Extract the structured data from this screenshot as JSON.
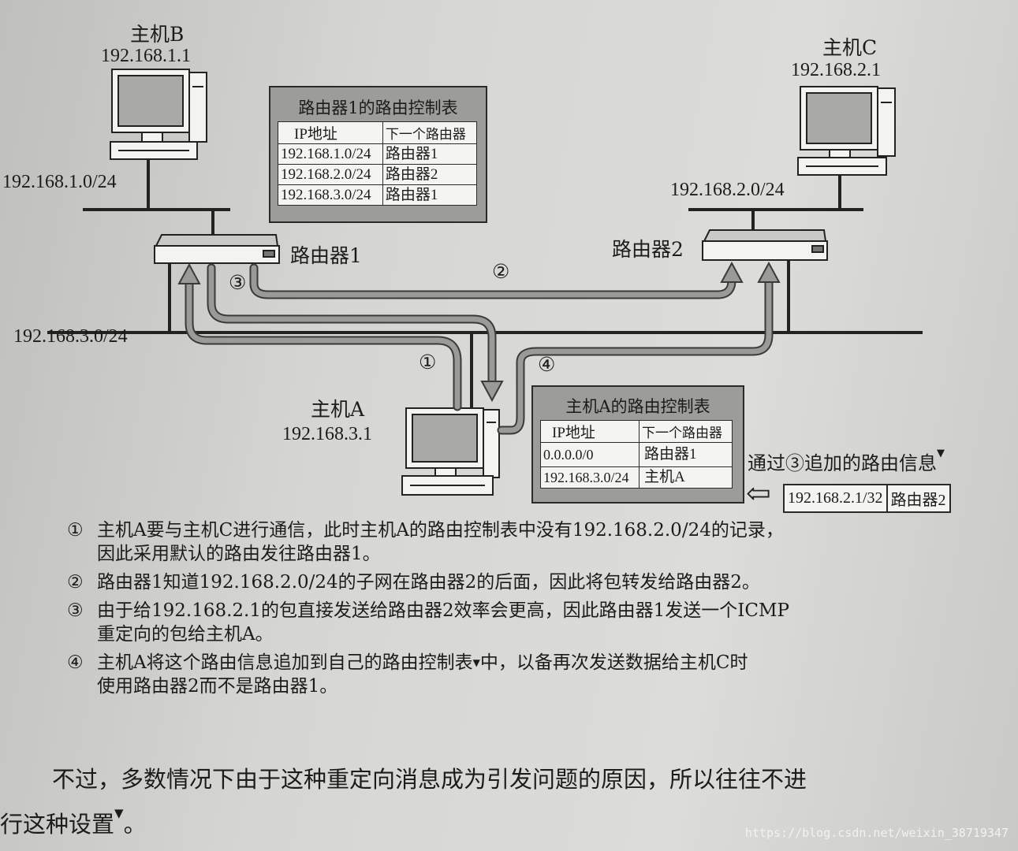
{
  "hosts": {
    "b": {
      "name": "主机B",
      "ip": "192.168.1.1"
    },
    "c": {
      "name": "主机C",
      "ip": "192.168.2.1"
    },
    "a": {
      "name": "主机A",
      "ip": "192.168.3.1"
    }
  },
  "routers": {
    "r1": "路由器1",
    "r2": "路由器2"
  },
  "networks": {
    "n1": "192.168.1.0/24",
    "n2": "192.168.2.0/24",
    "n3": "192.168.3.0/24"
  },
  "steps": {
    "s1": "①",
    "s2": "②",
    "s3": "③",
    "s4": "④"
  },
  "router1_table": {
    "title": "路由器1的路由控制表",
    "headers": [
      "IP地址",
      "下一个路由器"
    ],
    "rows": [
      [
        "192.168.1.0/24",
        "路由器1"
      ],
      [
        "192.168.2.0/24",
        "路由器2"
      ],
      [
        "192.168.3.0/24",
        "路由器1"
      ]
    ]
  },
  "hostA_table": {
    "title": "主机A的路由控制表",
    "headers": [
      "IP地址",
      "下一个路由器"
    ],
    "rows": [
      [
        "0.0.0.0/0",
        "路由器1"
      ],
      [
        "192.168.3.0/24",
        "主机A"
      ]
    ]
  },
  "added_route": {
    "caption": "通过③追加的路由信息",
    "marker": "▼",
    "arrow": "⇦",
    "ip": "192.168.2.1/32",
    "next": "路由器2"
  },
  "notes": [
    {
      "num": "①",
      "text": "主机A要与主机C进行通信，此时主机A的路由控制表中没有192.168.2.0/24的记录，",
      "text2": "因此采用默认的路由发往路由器1。"
    },
    {
      "num": "②",
      "text": "路由器1知道192.168.2.0/24的子网在路由器2的后面，因此将包转发给路由器2。",
      "text2": ""
    },
    {
      "num": "③",
      "text": "由于给192.168.2.1的包直接发送给路由器2效率会更高，因此路由器1发送一个ICMP",
      "text2": "重定向的包给主机A。"
    },
    {
      "num": "④",
      "text_a": "主机A将这个路由信息追加到自己的路由控制表",
      "marker": "▼",
      "text_b": "中，以备再次发送数据给主机C时",
      "text2": "使用路由器2而不是路由器1。"
    }
  ],
  "paragraph": {
    "line1": "不过，多数情况下由于这种重定向消息成为引发问题的原因，所以往往不进",
    "line2a": "行这种设置",
    "marker": "▼",
    "line2b": "。"
  },
  "watermark": "https://blog.csdn.net/weixin_38719347",
  "colors": {
    "arrow_fill": "#9a9a96",
    "arrow_edge": "#3a3a3a",
    "box_gray": "#9c9c98"
  }
}
